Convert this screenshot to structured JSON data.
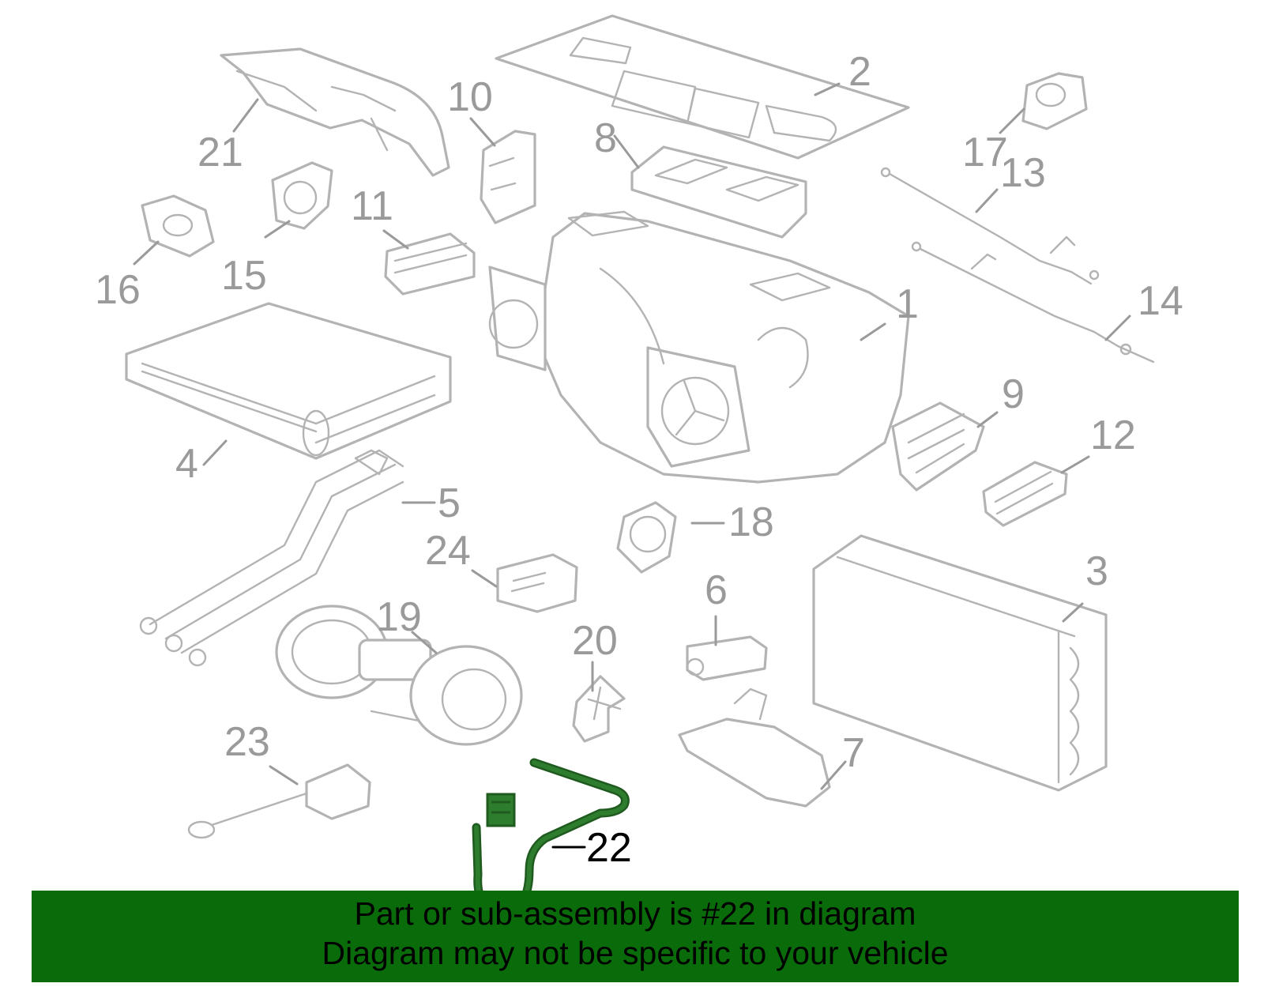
{
  "diagram": {
    "highlighted_callout": "22",
    "callouts": [
      "1",
      "2",
      "3",
      "4",
      "5",
      "6",
      "7",
      "8",
      "9",
      "10",
      "11",
      "12",
      "13",
      "14",
      "15",
      "16",
      "17",
      "18",
      "19",
      "20",
      "21",
      "22",
      "23",
      "24"
    ],
    "colors": {
      "part_outline": "#b3b3b3",
      "highlight": "#2e7d2e",
      "banner": "#0a6b0a"
    }
  },
  "banner": {
    "line1": "Part or sub-assembly is #22 in diagram",
    "line2": "Diagram may not be specific to your vehicle"
  }
}
